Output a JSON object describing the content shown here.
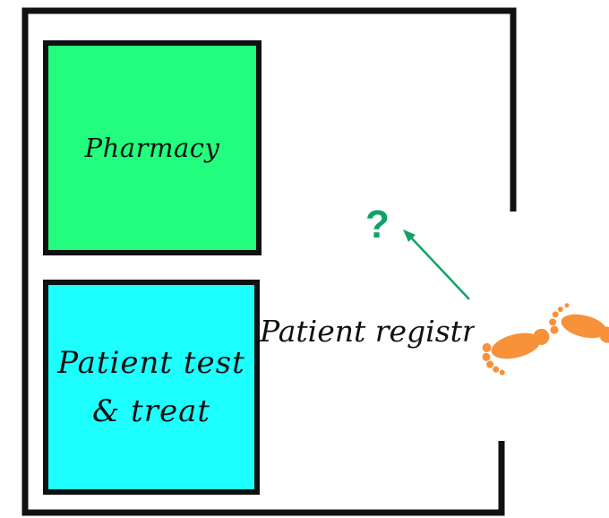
{
  "rooms": {
    "pharmacy": {
      "label": "Pharmacy",
      "color": "#23fd7d"
    },
    "patient_test": {
      "line1": "Patient test",
      "line2": "& treat",
      "color": "#1dfffe"
    }
  },
  "registration": {
    "label": "Patient registrati"
  },
  "question": {
    "symbol": "?",
    "color": "#13a265"
  },
  "colors": {
    "wall": "#111111",
    "footprint": "#f7913a",
    "arrow": "#13a265"
  },
  "icons": {
    "footprints": "footprints-icon"
  }
}
